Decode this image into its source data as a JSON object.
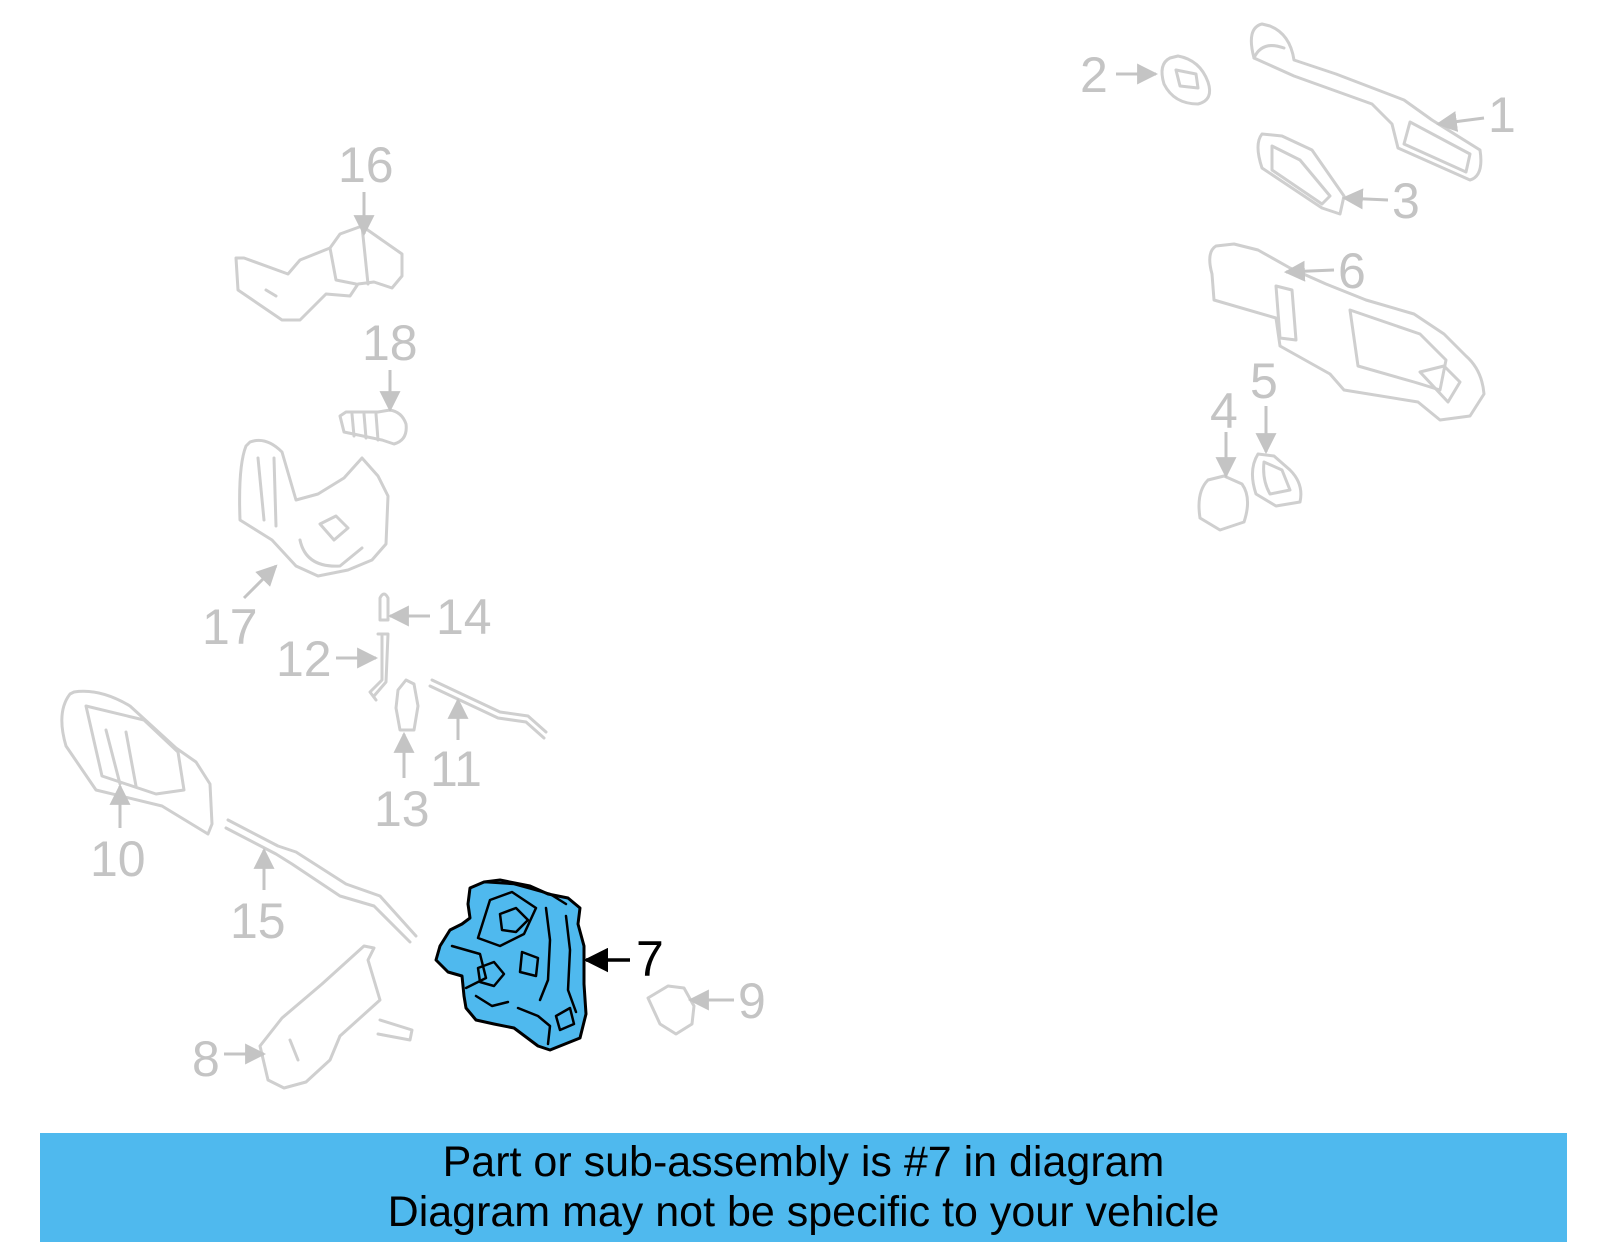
{
  "diagram": {
    "callouts": [
      "1",
      "2",
      "3",
      "4",
      "5",
      "6",
      "7",
      "8",
      "9",
      "10",
      "11",
      "12",
      "13",
      "14",
      "15",
      "16",
      "17",
      "18"
    ],
    "highlighted_part": "7"
  },
  "colors": {
    "highlight_fill": "#4fb9ee",
    "banner_fill": "#4fb9ee",
    "ghost_stroke": "#cfcfcf",
    "ghost_label": "#c4c4c4",
    "active_label": "#000000"
  },
  "banner": {
    "line1": "Part or sub-assembly is #7 in diagram",
    "line2": "Diagram may not be specific to your vehicle"
  }
}
